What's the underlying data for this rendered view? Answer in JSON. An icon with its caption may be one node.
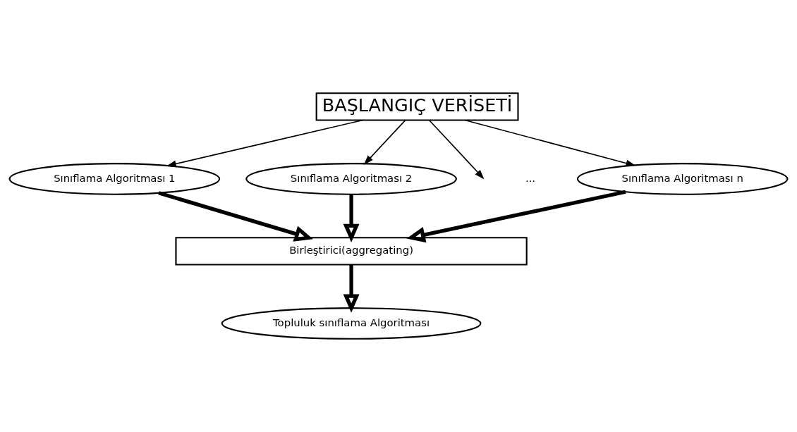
{
  "diagram": {
    "nodes": [
      {
        "text": [
          "BAŞLANGIÇ VERİSETİ"
        ]
      },
      {
        "text": [
          "Sınıflama Algoritması 1"
        ]
      },
      {
        "text": [
          "Sınıflama Algoritması 2"
        ]
      },
      {
        "text": [
          "Sınıflama Algoritması n"
        ]
      },
      {
        "text": [
          "Birleştirici(aggregating)"
        ]
      },
      {
        "text": [
          "Topluluk sınıflama Algoritması"
        ]
      }
    ],
    "edges": [
      {
        "from": 0,
        "to": 1,
        "arrow": "to"
      },
      {
        "from": 0,
        "to": 2,
        "arrow": "to"
      },
      {
        "from": 0,
        "to": null,
        "arrow": "to"
      },
      {
        "from": 0,
        "to": 3,
        "arrow": "to"
      },
      {
        "from": 1,
        "to": 4,
        "arrow": "to",
        "style": "thick"
      },
      {
        "from": 2,
        "to": 4,
        "arrow": "to",
        "style": "thick"
      },
      {
        "from": 3,
        "to": 4,
        "arrow": "to",
        "style": "thick"
      },
      {
        "from": 4,
        "to": 5,
        "arrow": "to",
        "style": "thick"
      }
    ],
    "labels": [
      "..."
    ]
  }
}
